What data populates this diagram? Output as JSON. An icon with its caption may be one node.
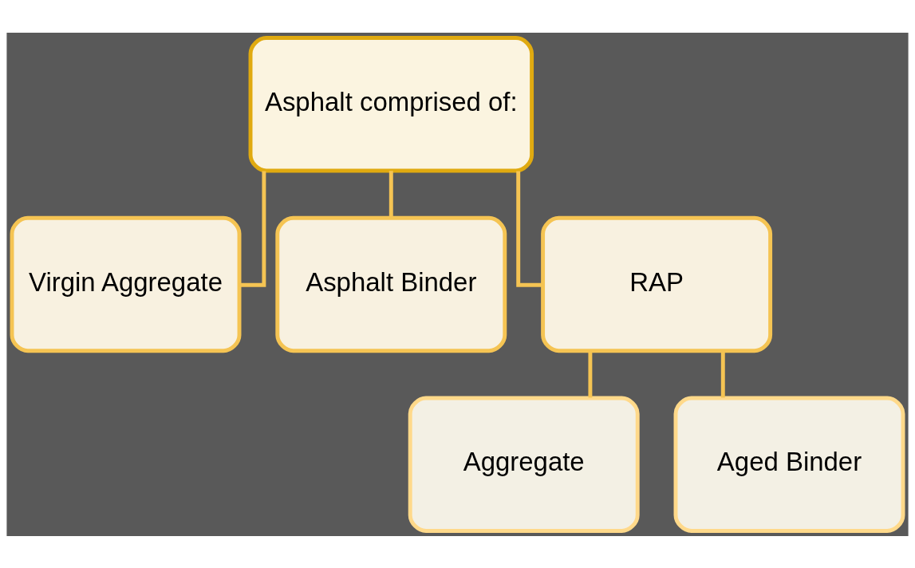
{
  "diagram": {
    "nodes": [
      {
        "text": [
          "Asphalt comprised of:"
        ]
      },
      {
        "text": [
          "Virgin Aggregate"
        ]
      },
      {
        "text": [
          "Asphalt Binder"
        ]
      },
      {
        "text": [
          "RAP"
        ]
      },
      {
        "text": [
          "Aggregate"
        ]
      },
      {
        "text": [
          "Aged Binder"
        ]
      }
    ],
    "edges": [
      {
        "from": 0,
        "to": 1,
        "arrow": "none"
      },
      {
        "from": 0,
        "to": 2,
        "arrow": "none"
      },
      {
        "from": 0,
        "to": 3,
        "arrow": "none"
      },
      {
        "from": 3,
        "to": 4,
        "arrow": "none"
      },
      {
        "from": 3,
        "to": 5,
        "arrow": "none"
      }
    ]
  }
}
